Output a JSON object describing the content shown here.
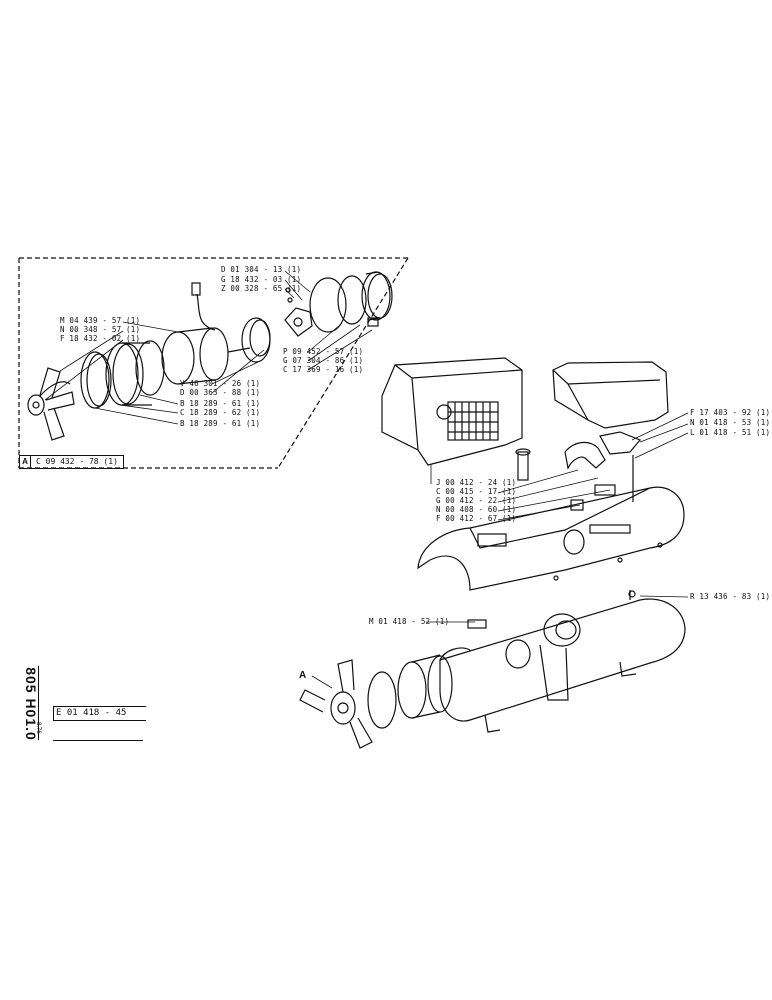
{
  "sheet": {
    "code": "805 H01.0",
    "subcode": "8.76",
    "reference": "E 01 418 - 45"
  },
  "detail_view": {
    "tag": "A",
    "assembly_ref": "C 09 432 - 78 (1)"
  },
  "view_marker": "A",
  "part_labels": [
    "D 01 304 - 13 (1)",
    "G 18 432 - 03 (1)",
    "Z 00 328 - 65 (1)",
    "M 04 439 - 57 (1)",
    "N 00 348 - 57 (1)",
    "F 18 432 - 02 (1)",
    "P 09 452 - 57 (1)",
    "G 07 304 - 86 (1)",
    "C 17 369 - 16 (1)",
    "V 46 301 - 26 (1)",
    "D 00 363 - 88 (1)",
    "B 18 289 - 61 (1)",
    "C 18 289 - 62 (1)",
    "B 18 289 - 61 (1)",
    "F 17 403 - 92 (1)",
    "N 01 418 - 53 (1)",
    "L 01 418 - 51 (1)",
    "J 00 412 - 24 (1)",
    "C 00 415 - 17 (1)",
    "G 00 412 - 22 (1)",
    "N 00 408 - 60 (1)",
    "F 00 412 - 67 (1)",
    "R 13 436 - 83 (1)",
    "M 01 418 - 52 (1)"
  ]
}
